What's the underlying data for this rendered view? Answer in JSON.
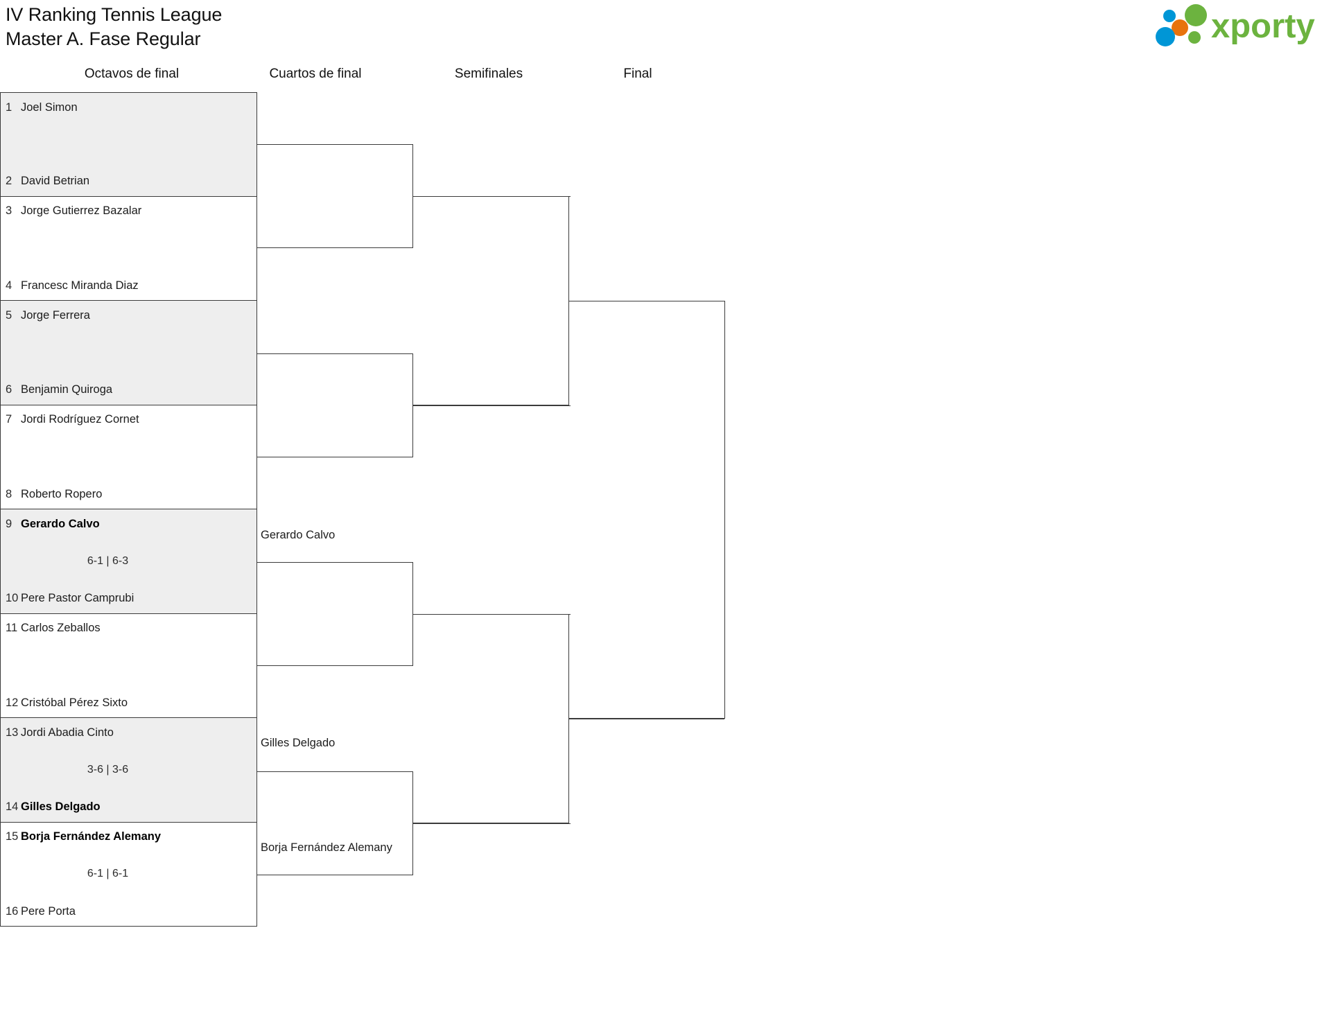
{
  "header": {
    "title_line1": "IV Ranking Tennis League",
    "title_line2": "Master A. Fase Regular",
    "logo_text": "xporty",
    "logo_colors": {
      "green": "#6cb33f",
      "blue": "#0096d6",
      "orange": "#e8730c"
    }
  },
  "rounds": [
    {
      "label": "Octavos de final"
    },
    {
      "label": "Cuartos de final"
    },
    {
      "label": "Semifinales"
    },
    {
      "label": "Final"
    }
  ],
  "colors": {
    "row_shade": "#eeeeee",
    "border": "#3b3b3b",
    "text": "#1c1c1c"
  },
  "octavos": [
    {
      "shaded": true,
      "score": "",
      "top": {
        "seed": "1",
        "name": "Joel Simon",
        "winner": false
      },
      "bottom": {
        "seed": "2",
        "name": "David Betrian",
        "winner": false
      }
    },
    {
      "shaded": false,
      "score": "",
      "top": {
        "seed": "3",
        "name": "Jorge Gutierrez Bazalar",
        "winner": false
      },
      "bottom": {
        "seed": "4",
        "name": "Francesc Miranda Diaz",
        "winner": false
      }
    },
    {
      "shaded": true,
      "score": "",
      "top": {
        "seed": "5",
        "name": "Jorge Ferrera",
        "winner": false
      },
      "bottom": {
        "seed": "6",
        "name": "Benjamin Quiroga",
        "winner": false
      }
    },
    {
      "shaded": false,
      "score": "",
      "top": {
        "seed": "7",
        "name": "Jordi Rodríguez Cornet",
        "winner": false
      },
      "bottom": {
        "seed": "8",
        "name": "Roberto Ropero",
        "winner": false
      }
    },
    {
      "shaded": true,
      "score": "6-1 | 6-3",
      "top": {
        "seed": "9",
        "name": "Gerardo Calvo",
        "winner": true
      },
      "bottom": {
        "seed": "10",
        "name": "Pere Pastor Camprubi",
        "winner": false
      }
    },
    {
      "shaded": false,
      "score": "",
      "top": {
        "seed": "11",
        "name": "Carlos Zeballos",
        "winner": false
      },
      "bottom": {
        "seed": "12",
        "name": "Cristóbal Pérez Sixto",
        "winner": false
      }
    },
    {
      "shaded": true,
      "score": "3-6 | 3-6",
      "top": {
        "seed": "13",
        "name": "Jordi Abadia Cinto",
        "winner": false
      },
      "bottom": {
        "seed": "14",
        "name": "Gilles Delgado",
        "winner": true
      }
    },
    {
      "shaded": false,
      "score": "6-1 | 6-1",
      "top": {
        "seed": "15",
        "name": "Borja Fernández Alemany",
        "winner": true
      },
      "bottom": {
        "seed": "16",
        "name": "Pere Porta",
        "winner": false
      }
    }
  ],
  "cuartos": [
    {
      "name": ""
    },
    {
      "name": ""
    },
    {
      "name": "Gerardo Calvo"
    },
    {
      "name": ""
    },
    {
      "name": "Gilles Delgado"
    },
    {
      "name": "Borja Fernández Alemany"
    }
  ],
  "advanced_labels": {
    "gerardo_calvo": "Gerardo Calvo",
    "gilles_delgado": "Gilles Delgado",
    "borja_fernandez": "Borja Fernández Alemany"
  }
}
